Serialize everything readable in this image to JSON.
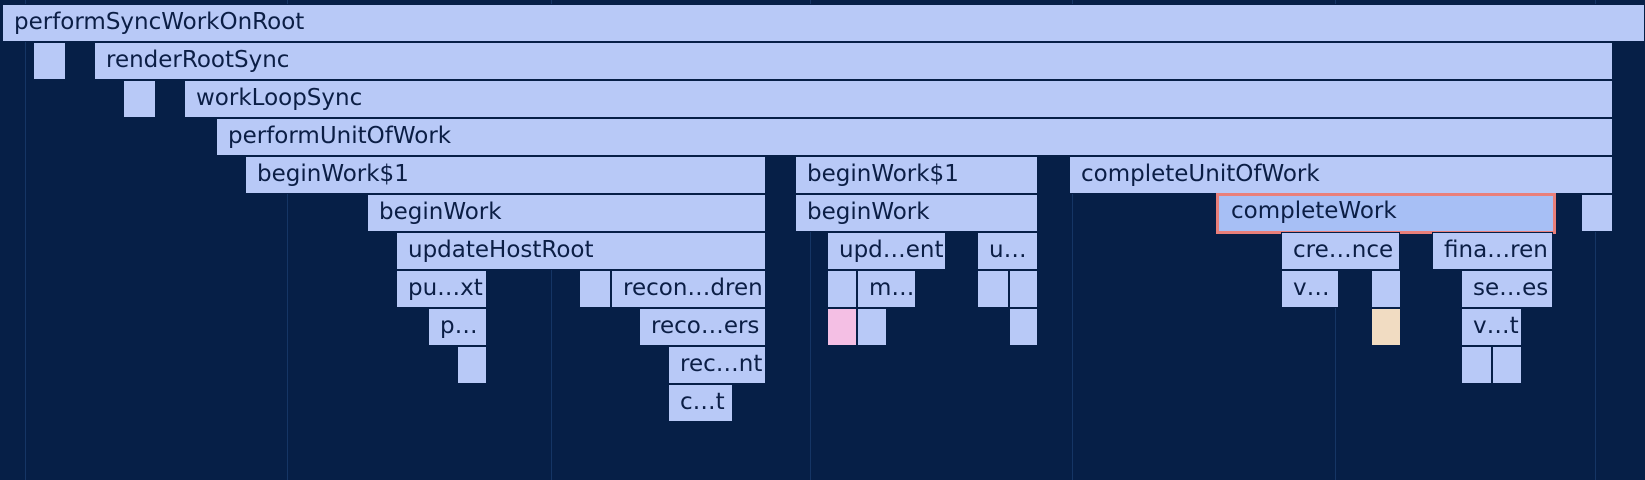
{
  "colors": {
    "background": "#061f47",
    "frame": "#b8c9f7",
    "frame_selected": "#a7bff5",
    "selection_outline": "#e97f7a",
    "frame_pink": "#f4bfe4",
    "frame_tan": "#f1dcc2"
  },
  "frames": {
    "performSyncWorkOnRoot": "performSyncWorkOnRoot",
    "renderRootSync": "renderRootSync",
    "workLoopSync": "workLoopSync",
    "performUnitOfWork": "performUnitOfWork",
    "beginWork1a": "beginWork$1",
    "beginWork1b": "beginWork$1",
    "completeUnitOfWork": "completeUnitOfWork",
    "beginWorkA": "beginWork",
    "beginWorkB": "beginWork",
    "completeWork": "completeWork",
    "updateHostRoot": "updateHostRoot",
    "updEnt": "upd…ent",
    "u": "u…",
    "creNce": "cre…nce",
    "finaRen": "fina…ren",
    "puXt": "pu…xt",
    "reconDren": "recon…dren",
    "m": "m…",
    "v": "v…",
    "seEs": "se…es",
    "p": "p…",
    "recoErs": "reco…ers",
    "vT": "v…t",
    "recNt": "rec…nt",
    "cT": "c…t"
  }
}
